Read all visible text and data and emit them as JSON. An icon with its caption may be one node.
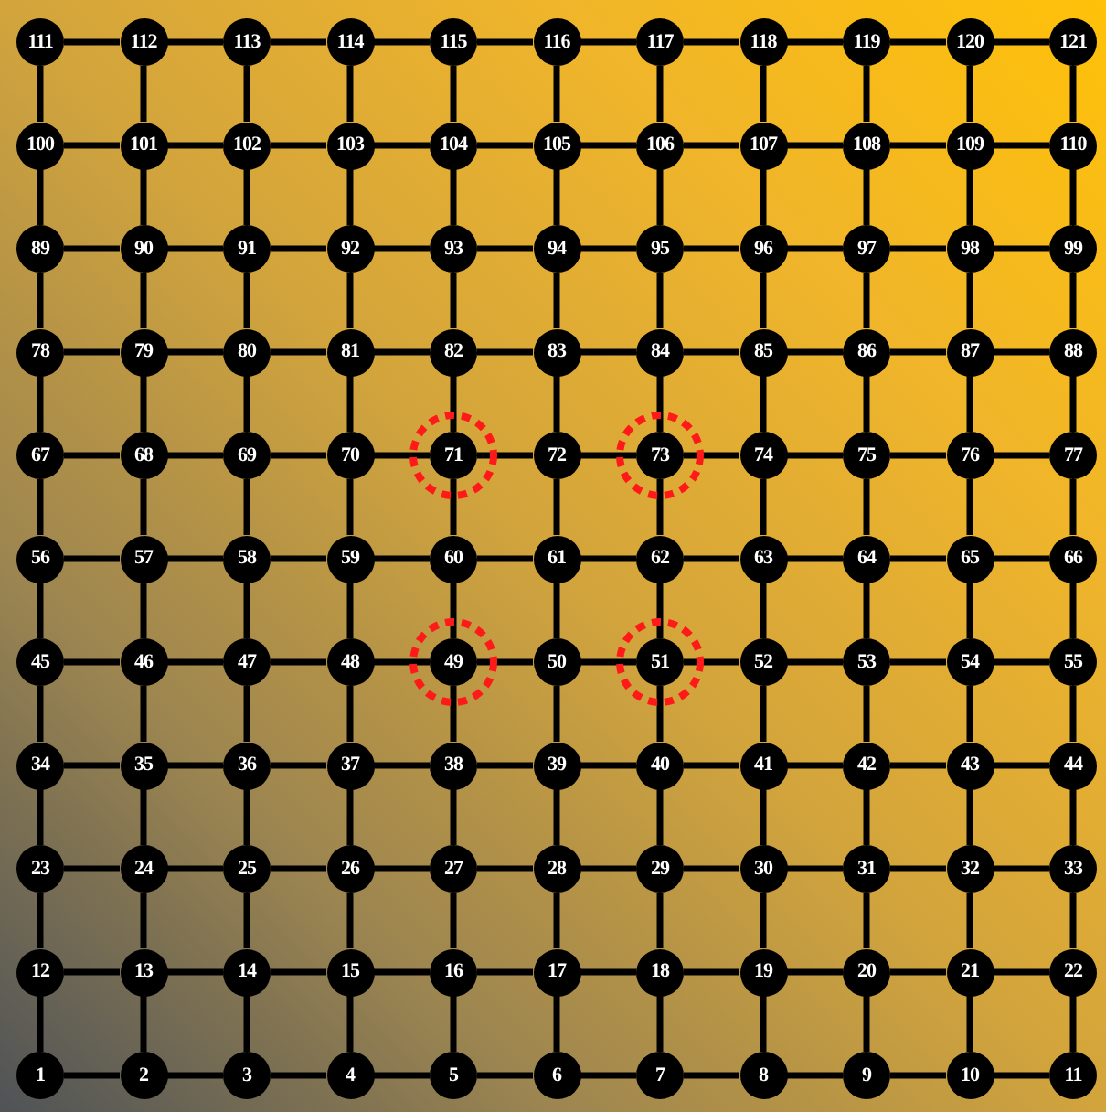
{
  "diagram": {
    "nodes": [
      {
        "text": [
          "1"
        ]
      },
      {
        "text": [
          "2"
        ]
      },
      {
        "text": [
          "3"
        ]
      },
      {
        "text": [
          "4"
        ]
      },
      {
        "text": [
          "5"
        ]
      },
      {
        "text": [
          "6"
        ]
      },
      {
        "text": [
          "7"
        ]
      },
      {
        "text": [
          "8"
        ]
      },
      {
        "text": [
          "9"
        ]
      },
      {
        "text": [
          "10"
        ]
      },
      {
        "text": [
          "11"
        ]
      },
      {
        "text": [
          "12"
        ]
      },
      {
        "text": [
          "13"
        ]
      },
      {
        "text": [
          "14"
        ]
      },
      {
        "text": [
          "15"
        ]
      },
      {
        "text": [
          "16"
        ]
      },
      {
        "text": [
          "17"
        ]
      },
      {
        "text": [
          "18"
        ]
      },
      {
        "text": [
          "19"
        ]
      },
      {
        "text": [
          "20"
        ]
      },
      {
        "text": [
          "21"
        ]
      },
      {
        "text": [
          "22"
        ]
      },
      {
        "text": [
          "23"
        ]
      },
      {
        "text": [
          "24"
        ]
      },
      {
        "text": [
          "25"
        ]
      },
      {
        "text": [
          "26"
        ]
      },
      {
        "text": [
          "27"
        ]
      },
      {
        "text": [
          "28"
        ]
      },
      {
        "text": [
          "29"
        ]
      },
      {
        "text": [
          "30"
        ]
      },
      {
        "text": [
          "31"
        ]
      },
      {
        "text": [
          "32"
        ]
      },
      {
        "text": [
          "33"
        ]
      },
      {
        "text": [
          "34"
        ]
      },
      {
        "text": [
          "35"
        ]
      },
      {
        "text": [
          "36"
        ]
      },
      {
        "text": [
          "37"
        ]
      },
      {
        "text": [
          "38"
        ]
      },
      {
        "text": [
          "39"
        ]
      },
      {
        "text": [
          "40"
        ]
      },
      {
        "text": [
          "41"
        ]
      },
      {
        "text": [
          "42"
        ]
      },
      {
        "text": [
          "43"
        ]
      },
      {
        "text": [
          "44"
        ]
      },
      {
        "text": [
          "45"
        ]
      },
      {
        "text": [
          "46"
        ]
      },
      {
        "text": [
          "47"
        ]
      },
      {
        "text": [
          "48"
        ]
      },
      {
        "text": [
          "49"
        ]
      },
      {
        "text": [
          "50"
        ]
      },
      {
        "text": [
          "51"
        ]
      },
      {
        "text": [
          "52"
        ]
      },
      {
        "text": [
          "53"
        ]
      },
      {
        "text": [
          "54"
        ]
      },
      {
        "text": [
          "55"
        ]
      },
      {
        "text": [
          "56"
        ]
      },
      {
        "text": [
          "57"
        ]
      },
      {
        "text": [
          "58"
        ]
      },
      {
        "text": [
          "59"
        ]
      },
      {
        "text": [
          "60"
        ]
      },
      {
        "text": [
          "61"
        ]
      },
      {
        "text": [
          "62"
        ]
      },
      {
        "text": [
          "63"
        ]
      },
      {
        "text": [
          "64"
        ]
      },
      {
        "text": [
          "65"
        ]
      },
      {
        "text": [
          "66"
        ]
      },
      {
        "text": [
          "67"
        ]
      },
      {
        "text": [
          "68"
        ]
      },
      {
        "text": [
          "69"
        ]
      },
      {
        "text": [
          "70"
        ]
      },
      {
        "text": [
          "71"
        ]
      },
      {
        "text": [
          "72"
        ]
      },
      {
        "text": [
          "73"
        ]
      },
      {
        "text": [
          "74"
        ]
      },
      {
        "text": [
          "75"
        ]
      },
      {
        "text": [
          "76"
        ]
      },
      {
        "text": [
          "77"
        ]
      },
      {
        "text": [
          "78"
        ]
      },
      {
        "text": [
          "79"
        ]
      },
      {
        "text": [
          "80"
        ]
      },
      {
        "text": [
          "81"
        ]
      },
      {
        "text": [
          "82"
        ]
      },
      {
        "text": [
          "83"
        ]
      },
      {
        "text": [
          "84"
        ]
      },
      {
        "text": [
          "85"
        ]
      },
      {
        "text": [
          "86"
        ]
      },
      {
        "text": [
          "87"
        ]
      },
      {
        "text": [
          "88"
        ]
      },
      {
        "text": [
          "89"
        ]
      },
      {
        "text": [
          "90"
        ]
      },
      {
        "text": [
          "91"
        ]
      },
      {
        "text": [
          "92"
        ]
      },
      {
        "text": [
          "93"
        ]
      },
      {
        "text": [
          "94"
        ]
      },
      {
        "text": [
          "95"
        ]
      },
      {
        "text": [
          "96"
        ]
      },
      {
        "text": [
          "97"
        ]
      },
      {
        "text": [
          "98"
        ]
      },
      {
        "text": [
          "99"
        ]
      },
      {
        "text": [
          "100"
        ]
      },
      {
        "text": [
          "101"
        ]
      },
      {
        "text": [
          "102"
        ]
      },
      {
        "text": [
          "103"
        ]
      },
      {
        "text": [
          "104"
        ]
      },
      {
        "text": [
          "105"
        ]
      },
      {
        "text": [
          "106"
        ]
      },
      {
        "text": [
          "107"
        ]
      },
      {
        "text": [
          "108"
        ]
      },
      {
        "text": [
          "109"
        ]
      },
      {
        "text": [
          "110"
        ]
      },
      {
        "text": [
          "111"
        ]
      },
      {
        "text": [
          "112"
        ]
      },
      {
        "text": [
          "113"
        ]
      },
      {
        "text": [
          "114"
        ]
      },
      {
        "text": [
          "115"
        ]
      },
      {
        "text": [
          "116"
        ]
      },
      {
        "text": [
          "117"
        ]
      },
      {
        "text": [
          "118"
        ]
      },
      {
        "text": [
          "119"
        ]
      },
      {
        "text": [
          "120"
        ]
      },
      {
        "text": [
          "121"
        ]
      }
    ],
    "edges": [
      {
        "from": 0,
        "to": 1,
        "arrow": "none"
      },
      {
        "from": 1,
        "to": 2,
        "arrow": "none"
      },
      {
        "from": 2,
        "to": 3,
        "arrow": "none"
      },
      {
        "from": 3,
        "to": 4,
        "arrow": "none"
      },
      {
        "from": 4,
        "to": 5,
        "arrow": "none"
      },
      {
        "from": 5,
        "to": 6,
        "arrow": "none"
      },
      {
        "from": 6,
        "to": 7,
        "arrow": "none"
      },
      {
        "from": 7,
        "to": 8,
        "arrow": "none"
      },
      {
        "from": 8,
        "to": 9,
        "arrow": "none"
      },
      {
        "from": 9,
        "to": 10,
        "arrow": "none"
      },
      {
        "from": 11,
        "to": 12,
        "arrow": "none"
      },
      {
        "from": 12,
        "to": 13,
        "arrow": "none"
      },
      {
        "from": 13,
        "to": 14,
        "arrow": "none"
      },
      {
        "from": 14,
        "to": 15,
        "arrow": "none"
      },
      {
        "from": 15,
        "to": 16,
        "arrow": "none"
      },
      {
        "from": 16,
        "to": 17,
        "arrow": "none"
      },
      {
        "from": 17,
        "to": 18,
        "arrow": "none"
      },
      {
        "from": 18,
        "to": 19,
        "arrow": "none"
      },
      {
        "from": 19,
        "to": 20,
        "arrow": "none"
      },
      {
        "from": 20,
        "to": 21,
        "arrow": "none"
      },
      {
        "from": 22,
        "to": 23,
        "arrow": "none"
      },
      {
        "from": 23,
        "to": 24,
        "arrow": "none"
      },
      {
        "from": 24,
        "to": 25,
        "arrow": "none"
      },
      {
        "from": 25,
        "to": 26,
        "arrow": "none"
      },
      {
        "from": 26,
        "to": 27,
        "arrow": "none"
      },
      {
        "from": 27,
        "to": 28,
        "arrow": "none"
      },
      {
        "from": 28,
        "to": 29,
        "arrow": "none"
      },
      {
        "from": 29,
        "to": 30,
        "arrow": "none"
      },
      {
        "from": 30,
        "to": 31,
        "arrow": "none"
      },
      {
        "from": 31,
        "to": 32,
        "arrow": "none"
      },
      {
        "from": 33,
        "to": 34,
        "arrow": "none"
      },
      {
        "from": 34,
        "to": 35,
        "arrow": "none"
      },
      {
        "from": 35,
        "to": 36,
        "arrow": "none"
      },
      {
        "from": 36,
        "to": 37,
        "arrow": "none"
      },
      {
        "from": 37,
        "to": 38,
        "arrow": "none"
      },
      {
        "from": 38,
        "to": 39,
        "arrow": "none"
      },
      {
        "from": 39,
        "to": 40,
        "arrow": "none"
      },
      {
        "from": 40,
        "to": 41,
        "arrow": "none"
      },
      {
        "from": 41,
        "to": 42,
        "arrow": "none"
      },
      {
        "from": 42,
        "to": 43,
        "arrow": "none"
      },
      {
        "from": 44,
        "to": 45,
        "arrow": "none"
      },
      {
        "from": 45,
        "to": 46,
        "arrow": "none"
      },
      {
        "from": 46,
        "to": 47,
        "arrow": "none"
      },
      {
        "from": 47,
        "to": 48,
        "arrow": "none"
      },
      {
        "from": 48,
        "to": 49,
        "arrow": "none"
      },
      {
        "from": 49,
        "to": 50,
        "arrow": "none"
      },
      {
        "from": 50,
        "to": 51,
        "arrow": "none"
      },
      {
        "from": 51,
        "to": 52,
        "arrow": "none"
      },
      {
        "from": 52,
        "to": 53,
        "arrow": "none"
      },
      {
        "from": 53,
        "to": 54,
        "arrow": "none"
      },
      {
        "from": 55,
        "to": 56,
        "arrow": "none"
      },
      {
        "from": 56,
        "to": 57,
        "arrow": "none"
      },
      {
        "from": 57,
        "to": 58,
        "arrow": "none"
      },
      {
        "from": 58,
        "to": 59,
        "arrow": "none"
      },
      {
        "from": 59,
        "to": 60,
        "arrow": "none"
      },
      {
        "from": 60,
        "to": 61,
        "arrow": "none"
      },
      {
        "from": 61,
        "to": 62,
        "arrow": "none"
      },
      {
        "from": 62,
        "to": 63,
        "arrow": "none"
      },
      {
        "from": 63,
        "to": 64,
        "arrow": "none"
      },
      {
        "from": 64,
        "to": 65,
        "arrow": "none"
      },
      {
        "from": 66,
        "to": 67,
        "arrow": "none"
      },
      {
        "from": 67,
        "to": 68,
        "arrow": "none"
      },
      {
        "from": 68,
        "to": 69,
        "arrow": "none"
      },
      {
        "from": 69,
        "to": 70,
        "arrow": "none"
      },
      {
        "from": 70,
        "to": 71,
        "arrow": "none"
      },
      {
        "from": 71,
        "to": 72,
        "arrow": "none"
      },
      {
        "from": 72,
        "to": 73,
        "arrow": "none"
      },
      {
        "from": 73,
        "to": 74,
        "arrow": "none"
      },
      {
        "from": 74,
        "to": 75,
        "arrow": "none"
      },
      {
        "from": 75,
        "to": 76,
        "arrow": "none"
      },
      {
        "from": 77,
        "to": 78,
        "arrow": "none"
      },
      {
        "from": 78,
        "to": 79,
        "arrow": "none"
      },
      {
        "from": 79,
        "to": 80,
        "arrow": "none"
      },
      {
        "from": 80,
        "to": 81,
        "arrow": "none"
      },
      {
        "from": 81,
        "to": 82,
        "arrow": "none"
      },
      {
        "from": 82,
        "to": 83,
        "arrow": "none"
      },
      {
        "from": 83,
        "to": 84,
        "arrow": "none"
      },
      {
        "from": 84,
        "to": 85,
        "arrow": "none"
      },
      {
        "from": 85,
        "to": 86,
        "arrow": "none"
      },
      {
        "from": 86,
        "to": 87,
        "arrow": "none"
      },
      {
        "from": 88,
        "to": 89,
        "arrow": "none"
      },
      {
        "from": 89,
        "to": 90,
        "arrow": "none"
      },
      {
        "from": 90,
        "to": 91,
        "arrow": "none"
      },
      {
        "from": 91,
        "to": 92,
        "arrow": "none"
      },
      {
        "from": 92,
        "to": 93,
        "arrow": "none"
      },
      {
        "from": 93,
        "to": 94,
        "arrow": "none"
      },
      {
        "from": 94,
        "to": 95,
        "arrow": "none"
      },
      {
        "from": 95,
        "to": 96,
        "arrow": "none"
      },
      {
        "from": 96,
        "to": 97,
        "arrow": "none"
      },
      {
        "from": 97,
        "to": 98,
        "arrow": "none"
      },
      {
        "from": 99,
        "to": 100,
        "arrow": "none"
      },
      {
        "from": 100,
        "to": 101,
        "arrow": "none"
      },
      {
        "from": 101,
        "to": 102,
        "arrow": "none"
      },
      {
        "from": 102,
        "to": 103,
        "arrow": "none"
      },
      {
        "from": 103,
        "to": 104,
        "arrow": "none"
      },
      {
        "from": 104,
        "to": 105,
        "arrow": "none"
      },
      {
        "from": 105,
        "to": 106,
        "arrow": "none"
      },
      {
        "from": 106,
        "to": 107,
        "arrow": "none"
      },
      {
        "from": 107,
        "to": 108,
        "arrow": "none"
      },
      {
        "from": 108,
        "to": 109,
        "arrow": "none"
      },
      {
        "from": 110,
        "to": 111,
        "arrow": "none"
      },
      {
        "from": 111,
        "to": 112,
        "arrow": "none"
      },
      {
        "from": 112,
        "to": 113,
        "arrow": "none"
      },
      {
        "from": 113,
        "to": 114,
        "arrow": "none"
      },
      {
        "from": 114,
        "to": 115,
        "arrow": "none"
      },
      {
        "from": 115,
        "to": 116,
        "arrow": "none"
      },
      {
        "from": 116,
        "to": 117,
        "arrow": "none"
      },
      {
        "from": 117,
        "to": 118,
        "arrow": "none"
      },
      {
        "from": 118,
        "to": 119,
        "arrow": "none"
      },
      {
        "from": 119,
        "to": 120,
        "arrow": "none"
      },
      {
        "from": 0,
        "to": 11,
        "arrow": "none"
      },
      {
        "from": 1,
        "to": 12,
        "arrow": "none"
      },
      {
        "from": 2,
        "to": 13,
        "arrow": "none"
      },
      {
        "from": 3,
        "to": 14,
        "arrow": "none"
      },
      {
        "from": 4,
        "to": 15,
        "arrow": "none"
      },
      {
        "from": 5,
        "to": 16,
        "arrow": "none"
      },
      {
        "from": 6,
        "to": 17,
        "arrow": "none"
      },
      {
        "from": 7,
        "to": 18,
        "arrow": "none"
      },
      {
        "from": 8,
        "to": 19,
        "arrow": "none"
      },
      {
        "from": 9,
        "to": 20,
        "arrow": "none"
      },
      {
        "from": 10,
        "to": 21,
        "arrow": "none"
      },
      {
        "from": 11,
        "to": 22,
        "arrow": "none"
      },
      {
        "from": 12,
        "to": 23,
        "arrow": "none"
      },
      {
        "from": 13,
        "to": 24,
        "arrow": "none"
      },
      {
        "from": 14,
        "to": 25,
        "arrow": "none"
      },
      {
        "from": 15,
        "to": 26,
        "arrow": "none"
      },
      {
        "from": 16,
        "to": 27,
        "arrow": "none"
      },
      {
        "from": 17,
        "to": 28,
        "arrow": "none"
      },
      {
        "from": 18,
        "to": 29,
        "arrow": "none"
      },
      {
        "from": 19,
        "to": 30,
        "arrow": "none"
      },
      {
        "from": 20,
        "to": 31,
        "arrow": "none"
      },
      {
        "from": 21,
        "to": 32,
        "arrow": "none"
      },
      {
        "from": 22,
        "to": 33,
        "arrow": "none"
      },
      {
        "from": 23,
        "to": 34,
        "arrow": "none"
      },
      {
        "from": 24,
        "to": 35,
        "arrow": "none"
      },
      {
        "from": 25,
        "to": 36,
        "arrow": "none"
      },
      {
        "from": 26,
        "to": 37,
        "arrow": "none"
      },
      {
        "from": 27,
        "to": 38,
        "arrow": "none"
      },
      {
        "from": 28,
        "to": 39,
        "arrow": "none"
      },
      {
        "from": 29,
        "to": 40,
        "arrow": "none"
      },
      {
        "from": 30,
        "to": 41,
        "arrow": "none"
      },
      {
        "from": 31,
        "to": 42,
        "arrow": "none"
      },
      {
        "from": 32,
        "to": 43,
        "arrow": "none"
      },
      {
        "from": 33,
        "to": 44,
        "arrow": "none"
      },
      {
        "from": 34,
        "to": 45,
        "arrow": "none"
      },
      {
        "from": 35,
        "to": 46,
        "arrow": "none"
      },
      {
        "from": 36,
        "to": 47,
        "arrow": "none"
      },
      {
        "from": 37,
        "to": 48,
        "arrow": "none"
      },
      {
        "from": 38,
        "to": 49,
        "arrow": "none"
      },
      {
        "from": 39,
        "to": 50,
        "arrow": "none"
      },
      {
        "from": 40,
        "to": 51,
        "arrow": "none"
      },
      {
        "from": 41,
        "to": 52,
        "arrow": "none"
      },
      {
        "from": 42,
        "to": 53,
        "arrow": "none"
      },
      {
        "from": 43,
        "to": 54,
        "arrow": "none"
      },
      {
        "from": 44,
        "to": 55,
        "arrow": "none"
      },
      {
        "from": 45,
        "to": 56,
        "arrow": "none"
      },
      {
        "from": 46,
        "to": 57,
        "arrow": "none"
      },
      {
        "from": 47,
        "to": 58,
        "arrow": "none"
      },
      {
        "from": 48,
        "to": 59,
        "arrow": "none"
      },
      {
        "from": 49,
        "to": 60,
        "arrow": "none"
      },
      {
        "from": 50,
        "to": 61,
        "arrow": "none"
      },
      {
        "from": 51,
        "to": 62,
        "arrow": "none"
      },
      {
        "from": 52,
        "to": 63,
        "arrow": "none"
      },
      {
        "from": 53,
        "to": 64,
        "arrow": "none"
      },
      {
        "from": 54,
        "to": 65,
        "arrow": "none"
      },
      {
        "from": 55,
        "to": 66,
        "arrow": "none"
      },
      {
        "from": 56,
        "to": 67,
        "arrow": "none"
      },
      {
        "from": 57,
        "to": 68,
        "arrow": "none"
      },
      {
        "from": 58,
        "to": 69,
        "arrow": "none"
      },
      {
        "from": 59,
        "to": 70,
        "arrow": "none"
      },
      {
        "from": 60,
        "to": 71,
        "arrow": "none"
      },
      {
        "from": 61,
        "to": 72,
        "arrow": "none"
      },
      {
        "from": 62,
        "to": 73,
        "arrow": "none"
      },
      {
        "from": 63,
        "to": 74,
        "arrow": "none"
      },
      {
        "from": 64,
        "to": 75,
        "arrow": "none"
      },
      {
        "from": 65,
        "to": 76,
        "arrow": "none"
      },
      {
        "from": 66,
        "to": 77,
        "arrow": "none"
      },
      {
        "from": 67,
        "to": 78,
        "arrow": "none"
      },
      {
        "from": 68,
        "to": 79,
        "arrow": "none"
      },
      {
        "from": 69,
        "to": 80,
        "arrow": "none"
      },
      {
        "from": 70,
        "to": 81,
        "arrow": "none"
      },
      {
        "from": 71,
        "to": 82,
        "arrow": "none"
      },
      {
        "from": 72,
        "to": 83,
        "arrow": "none"
      },
      {
        "from": 73,
        "to": 84,
        "arrow": "none"
      },
      {
        "from": 74,
        "to": 85,
        "arrow": "none"
      },
      {
        "from": 75,
        "to": 86,
        "arrow": "none"
      },
      {
        "from": 76,
        "to": 87,
        "arrow": "none"
      },
      {
        "from": 77,
        "to": 88,
        "arrow": "none"
      },
      {
        "from": 78,
        "to": 89,
        "arrow": "none"
      },
      {
        "from": 79,
        "to": 90,
        "arrow": "none"
      },
      {
        "from": 80,
        "to": 91,
        "arrow": "none"
      },
      {
        "from": 81,
        "to": 92,
        "arrow": "none"
      },
      {
        "from": 82,
        "to": 93,
        "arrow": "none"
      },
      {
        "from": 83,
        "to": 94,
        "arrow": "none"
      },
      {
        "from": 84,
        "to": 95,
        "arrow": "none"
      },
      {
        "from": 85,
        "to": 96,
        "arrow": "none"
      },
      {
        "from": 86,
        "to": 97,
        "arrow": "none"
      },
      {
        "from": 87,
        "to": 98,
        "arrow": "none"
      },
      {
        "from": 88,
        "to": 99,
        "arrow": "none"
      },
      {
        "from": 89,
        "to": 100,
        "arrow": "none"
      },
      {
        "from": 90,
        "to": 101,
        "arrow": "none"
      },
      {
        "from": 91,
        "to": 102,
        "arrow": "none"
      },
      {
        "from": 92,
        "to": 103,
        "arrow": "none"
      },
      {
        "from": 93,
        "to": 104,
        "arrow": "none"
      },
      {
        "from": 94,
        "to": 105,
        "arrow": "none"
      },
      {
        "from": 95,
        "to": 106,
        "arrow": "none"
      },
      {
        "from": 96,
        "to": 107,
        "arrow": "none"
      },
      {
        "from": 97,
        "to": 108,
        "arrow": "none"
      },
      {
        "from": 98,
        "to": 109,
        "arrow": "none"
      },
      {
        "from": 99,
        "to": 110,
        "arrow": "none"
      },
      {
        "from": 100,
        "to": 111,
        "arrow": "none"
      },
      {
        "from": 101,
        "to": 112,
        "arrow": "none"
      },
      {
        "from": 102,
        "to": 113,
        "arrow": "none"
      },
      {
        "from": 103,
        "to": 114,
        "arrow": "none"
      },
      {
        "from": 104,
        "to": 115,
        "arrow": "none"
      },
      {
        "from": 105,
        "to": 116,
        "arrow": "none"
      },
      {
        "from": 106,
        "to": 117,
        "arrow": "none"
      },
      {
        "from": 107,
        "to": 118,
        "arrow": "none"
      },
      {
        "from": 108,
        "to": 119,
        "arrow": "none"
      },
      {
        "from": 109,
        "to": 120,
        "arrow": "none"
      }
    ]
  }
}
